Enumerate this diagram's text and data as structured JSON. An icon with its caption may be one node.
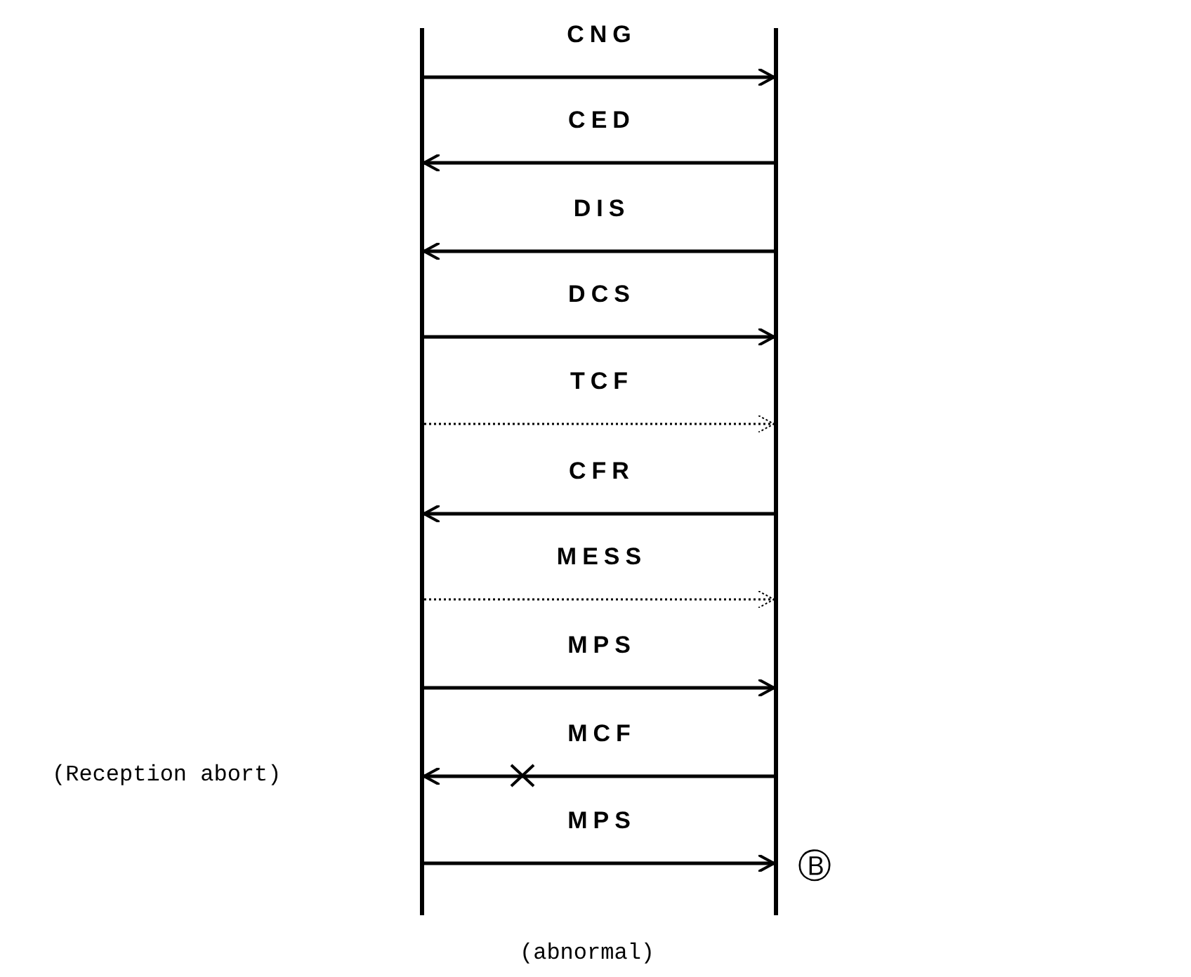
{
  "diagram": {
    "nodes": [
      {
        "text": [],
        "shape": "bar"
      },
      {
        "text": [],
        "shape": "bar"
      }
    ],
    "edges": [
      {
        "from": 0,
        "to": 1,
        "arrow": "to",
        "label": "CNG"
      },
      {
        "from": 1,
        "to": 0,
        "arrow": "to",
        "label": "CED"
      },
      {
        "from": 1,
        "to": 0,
        "arrow": "to",
        "label": "DIS"
      },
      {
        "from": 0,
        "to": 1,
        "arrow": "to",
        "label": "DCS"
      },
      {
        "from": 0,
        "to": 1,
        "arrow": "to",
        "label": "TCF",
        "style": "dashed"
      },
      {
        "from": 1,
        "to": 0,
        "arrow": "to",
        "label": "CFR"
      },
      {
        "from": 0,
        "to": 1,
        "arrow": "to",
        "label": "MESS",
        "style": "dashed"
      },
      {
        "from": 0,
        "to": 1,
        "arrow": "to",
        "label": "MPS"
      },
      {
        "from": 1,
        "to": 0,
        "arrow": "to",
        "label": "MCF"
      },
      {
        "from": 0,
        "to": 1,
        "arrow": "to",
        "label": "MPS"
      }
    ],
    "labels": [
      "(Reception abort)",
      "Ⓑ",
      "(abnormal)"
    ]
  }
}
